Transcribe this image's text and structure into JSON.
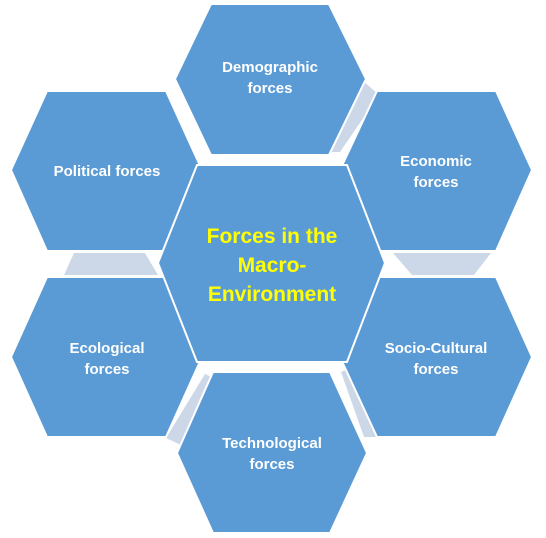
{
  "colors": {
    "hexagon_fill": "#5b9bd5",
    "hexagon_stroke": "#ffffff",
    "connector_fill": "#ccd8e8",
    "label_text": "#ffffff",
    "center_text": "#ffff00"
  },
  "diagram": {
    "center": {
      "label": "Forces in the Macro-Environment",
      "lines": [
        "Forces in the",
        "Macro-",
        "Environment"
      ]
    },
    "nodes": [
      {
        "id": "demographic",
        "lines": [
          "Demographic",
          "forces"
        ]
      },
      {
        "id": "economic",
        "lines": [
          "Economic",
          "forces"
        ]
      },
      {
        "id": "socio-cultural",
        "lines": [
          "Socio-Cultural",
          "forces"
        ]
      },
      {
        "id": "technological",
        "lines": [
          "Technological",
          "forces"
        ]
      },
      {
        "id": "ecological",
        "lines": [
          "Ecological",
          "forces"
        ]
      },
      {
        "id": "political",
        "lines": [
          "Political forces"
        ]
      }
    ]
  }
}
